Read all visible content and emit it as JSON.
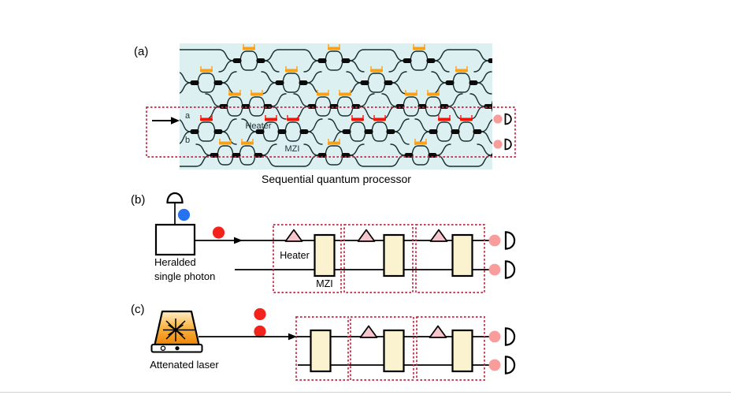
{
  "panel_a": {
    "label": "(a)",
    "input_port_top": "a",
    "input_port_bottom": "b",
    "heater_label": "Heater",
    "mzi_label": "MZI",
    "caption": "Sequential quantum processor"
  },
  "panel_b": {
    "label": "(b)",
    "source_label_line1": "Heralded",
    "source_label_line2": "single photon",
    "heater_label": "Heater",
    "mzi_label": "MZI"
  },
  "panel_c": {
    "label": "(c)",
    "source_label": "Attenated laser"
  },
  "colors": {
    "chip_background": "#dcefF1",
    "waveguide": "#17302e",
    "coupler_black": "#0a0a0a",
    "heater_orange": "#f7a11a",
    "heater_red": "#f21505",
    "highlight_dashed_crimson": "#c62843",
    "detector_pink": "#f89c9c",
    "photon_red": "#f3231b",
    "photon_blue": "#2573f0",
    "mzi_block_cream": "#fbf2cf",
    "heater_triangle_pink": "#f7c6cd",
    "laser_gradient_top": "#fdeccb",
    "laser_gradient_mid": "#f9b949",
    "laser_gradient_bottom": "#ef8408"
  }
}
